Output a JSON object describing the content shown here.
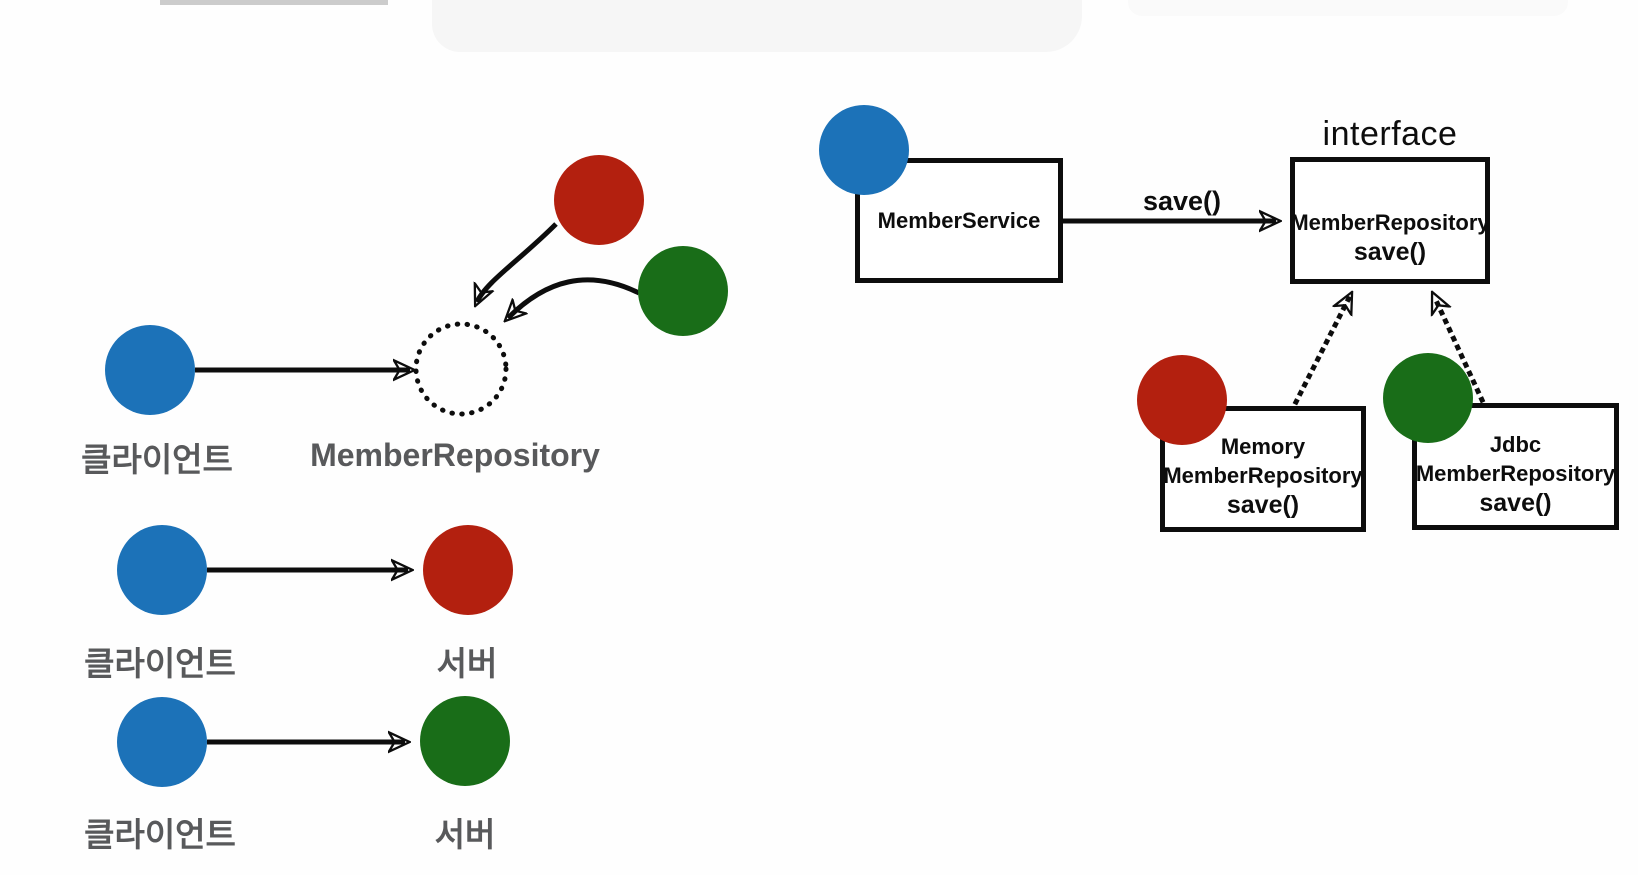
{
  "colors": {
    "client_blue": "#1C72B8",
    "server_red": "#B3200F",
    "server_green": "#196D18",
    "label_gray": "#58595B",
    "diagram_black": "#0D0D0D"
  },
  "left_diagram": {
    "abstraction": {
      "client_label": "클라이언트",
      "repository_label": "MemberRepository"
    },
    "pairs": [
      {
        "client_label": "클라이언트",
        "server_label": "서버"
      },
      {
        "client_label": "클라이언트",
        "server_label": "서버"
      }
    ]
  },
  "right_diagram": {
    "interface_caption": "interface",
    "call_label": "save()",
    "member_service": {
      "name": "MemberService"
    },
    "member_repository": {
      "name": "MemberRepository",
      "method": "save()"
    },
    "memory_member_repository": {
      "line1": "Memory",
      "line2": "MemberRepository",
      "method": "save()"
    },
    "jdbc_member_repository": {
      "line1": "Jdbc",
      "line2": "MemberRepository",
      "method": "save()"
    }
  }
}
